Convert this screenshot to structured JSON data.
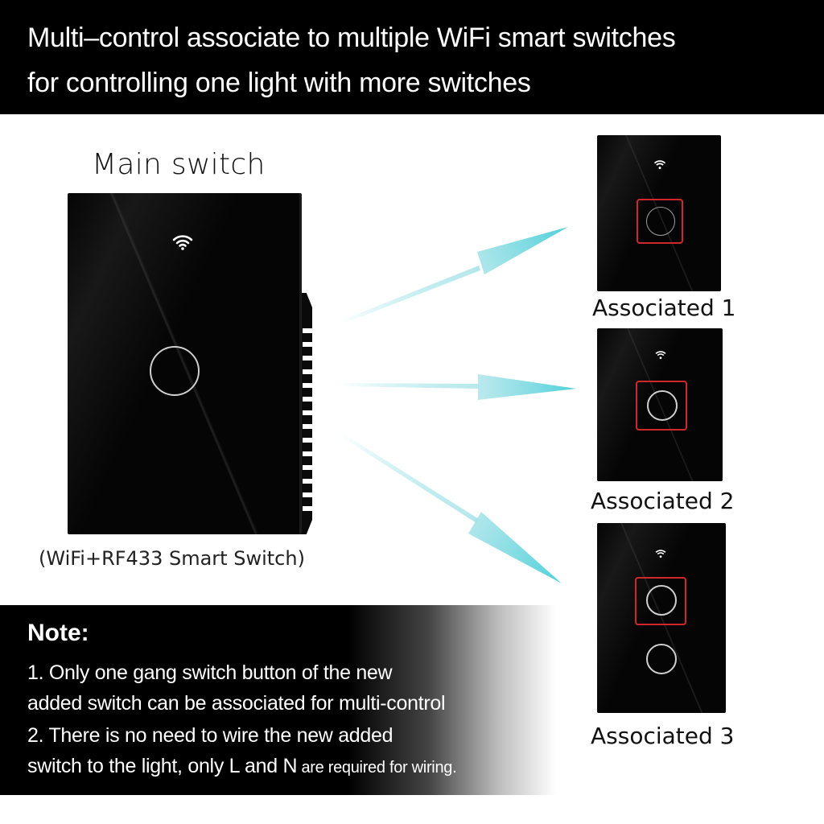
{
  "header": {
    "line1": "Multi–control associate to multiple WiFi smart switches",
    "line2": "for controlling one light with more switches"
  },
  "main_switch": {
    "label": "Main switch",
    "subtitle": "(WiFi+RF433 Smart Switch)",
    "buttons": 1,
    "icon": "wifi-icon"
  },
  "associated": [
    {
      "label": "Associated 1",
      "buttons": 1,
      "highlighted_button": 1
    },
    {
      "label": "Associated 2",
      "buttons": 1,
      "highlighted_button": 1
    },
    {
      "label": "Associated 3",
      "buttons": 2,
      "highlighted_button": 1
    }
  ],
  "note": {
    "title": "Note:",
    "item1_line1": "1. Only one gang switch button of the new",
    "item1_line2": "added switch can be associated for multi-control",
    "item2_line1": "2. There is no need to wire the new added",
    "item2_line2_main": "switch to the light, only L and N",
    "item2_line2_small": " are required for wiring."
  },
  "colors": {
    "header_bg": "#000000",
    "arrow": "#5fd3dc",
    "highlight": "#d0282a",
    "switch_body": "#050505"
  }
}
